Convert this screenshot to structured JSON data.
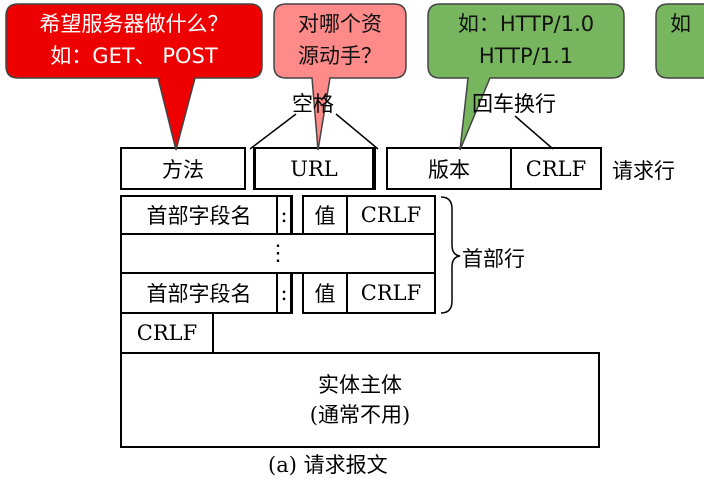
{
  "request_line": {
    "method": "方法",
    "url": "URL",
    "version": "版本",
    "crlf": "CRLF",
    "label": "请求行"
  },
  "header_lines": {
    "rows": [
      {
        "field_name": "首部字段名",
        "colon": ":",
        "value": "值",
        "crlf": "CRLF"
      },
      {
        "field_name": "首部字段名",
        "colon": ":",
        "value": "值",
        "crlf": "CRLF"
      }
    ],
    "ellipsis": "⋮",
    "label": "首部行"
  },
  "blank_line": {
    "crlf": "CRLF"
  },
  "body": {
    "line1": "实体主体",
    "line2": "(通常不用)"
  },
  "annotations": {
    "space": "空格",
    "cr_lf": "回车换行"
  },
  "callouts": {
    "method": {
      "line1": "希望服务器做什么？",
      "line2": "如：GET、 POST",
      "color": "#ee0000"
    },
    "url": {
      "line1": "对哪个资",
      "line2": "源动手？",
      "color": "#ff8a8a"
    },
    "version": {
      "line1": "如：HTTP/1.0",
      "line2": "HTTP/1.1",
      "color": "#77b65f"
    },
    "partial": {
      "text": "如",
      "color": "#77b65f"
    }
  },
  "caption": "(a) 请求报文"
}
